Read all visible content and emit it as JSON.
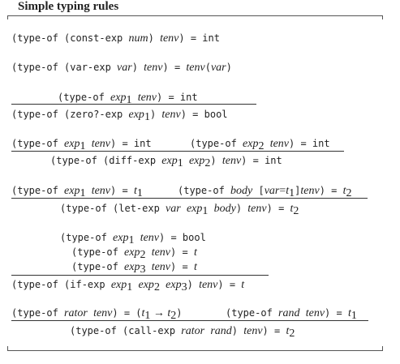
{
  "title": "Simple typing rules",
  "r1": {
    "a": "(type-of (const-exp ",
    "b": "num",
    "c": ") ",
    "d": "tenv",
    "e": ") = int"
  },
  "r2": {
    "a": "(type-of (var-exp ",
    "b": "var",
    "c": ") ",
    "d": "tenv",
    "e": ") = ",
    "f": "tenv",
    "g": "(",
    "h": "var",
    "i": ")"
  },
  "r3": {
    "prem": {
      "a": "(type-of ",
      "b": "exp",
      "s": "1",
      "c": " ",
      "d": "tenv",
      "e": ") = int"
    },
    "concl": {
      "a": "(type-of (zero?-exp ",
      "b": "exp",
      "s": "1",
      "c": ") ",
      "d": "tenv",
      "e": ") = bool"
    }
  },
  "r4": {
    "p1": {
      "a": "(type-of ",
      "b": "exp",
      "s": "1",
      "c": " ",
      "d": "tenv",
      "e": ") = int"
    },
    "p2": {
      "a": "(type-of ",
      "b": "exp",
      "s": "2",
      "c": " ",
      "d": "tenv",
      "e": ") = int"
    },
    "concl": {
      "a": "(type-of (diff-exp ",
      "b": "exp",
      "s1": "1",
      "c": " ",
      "d": "exp",
      "s2": "2",
      "e": ") ",
      "f": "tenv",
      "g": ") = int"
    }
  },
  "r5": {
    "p1": {
      "a": "(type-of ",
      "b": "exp",
      "s": "1",
      "c": " ",
      "d": "tenv",
      "e": ") = ",
      "f": "t",
      "fs": "1"
    },
    "p2": {
      "a": "(type-of ",
      "b": "body",
      "c": " [",
      "d": "var",
      "e": "=",
      "f": "t",
      "fs": "1",
      "g": "]",
      "h": "tenv",
      "i": ") = ",
      "j": "t",
      "js": "2"
    },
    "concl": {
      "a": "(type-of (let-exp ",
      "b": "var",
      "c": " ",
      "d": "exp",
      "s": "1",
      "e": " ",
      "f": "body",
      "g": ") ",
      "h": "tenv",
      "i": ") = ",
      "j": "t",
      "js": "2"
    }
  },
  "r6": {
    "p1": {
      "a": "(type-of ",
      "b": "exp",
      "s": "1",
      "c": " ",
      "d": "tenv",
      "e": ") = bool"
    },
    "p2": {
      "a": "(type-of ",
      "b": "exp",
      "s": "2",
      "c": " ",
      "d": "tenv",
      "e": ") = ",
      "f": "t"
    },
    "p3": {
      "a": "(type-of ",
      "b": "exp",
      "s": "3",
      "c": " ",
      "d": "tenv",
      "e": ") = ",
      "f": "t"
    },
    "concl": {
      "a": "(type-of (if-exp ",
      "b": "exp",
      "s1": "1",
      "c": " ",
      "d": "exp",
      "s2": "2",
      "e": " ",
      "f": "exp",
      "s3": "3",
      "g": ") ",
      "h": "tenv",
      "i": ") = ",
      "j": "t"
    }
  },
  "r7": {
    "p1": {
      "a": "(type-of ",
      "b": "rator",
      "c": " ",
      "d": "tenv",
      "e": ") = (",
      "f": "t",
      "fs": "1",
      "g": " → ",
      "h": "t",
      "hs": "2",
      "i": ")"
    },
    "p2": {
      "a": "(type-of ",
      "b": "rand",
      "c": " ",
      "d": "tenv",
      "e": ") = ",
      "f": "t",
      "fs": "1"
    },
    "concl": {
      "a": "(type-of (call-exp ",
      "b": "rator",
      "c": " ",
      "d": "rand",
      "e": ") ",
      "f": "tenv",
      "g": ") = ",
      "h": "t",
      "hs": "2"
    }
  }
}
